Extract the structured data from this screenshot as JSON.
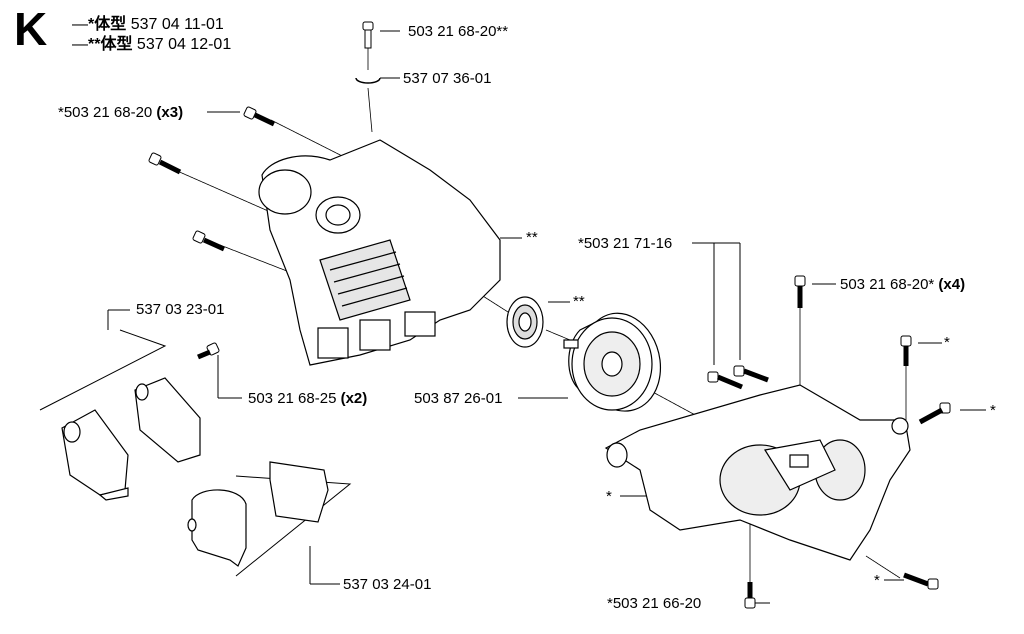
{
  "section": "K",
  "header": {
    "line1": {
      "dash": "—",
      "marker": "*",
      "word": "体型",
      "part": "537 04 11-01"
    },
    "line2": {
      "dash": "—",
      "marker": "**",
      "word": "体型",
      "part": "537 04 12-01"
    }
  },
  "labels": {
    "screw_top": "503 21 68-20**",
    "circlip": "537 07 36-01",
    "screw_left": "*503 21 68-20",
    "screw_left_qty": "(x3)",
    "housing_marker": "**",
    "bearing_marker": "**",
    "bracket_group": "537 03 23-01",
    "screw_bracket": "503 21 68-25",
    "screw_bracket_qty": "(x2)",
    "clamp_group": "537 03 24-01",
    "drum": "503 87 26-01",
    "screw_pair": "*503 21 71-16",
    "screw_right": "503 21 68-20*",
    "screw_right_qty": "(x4)",
    "screw_right_small": "*",
    "screw_right_side": "*",
    "lower_housing": "*",
    "screw_bottom_right": "*",
    "screw_bottom": "*503 21 66-20"
  }
}
